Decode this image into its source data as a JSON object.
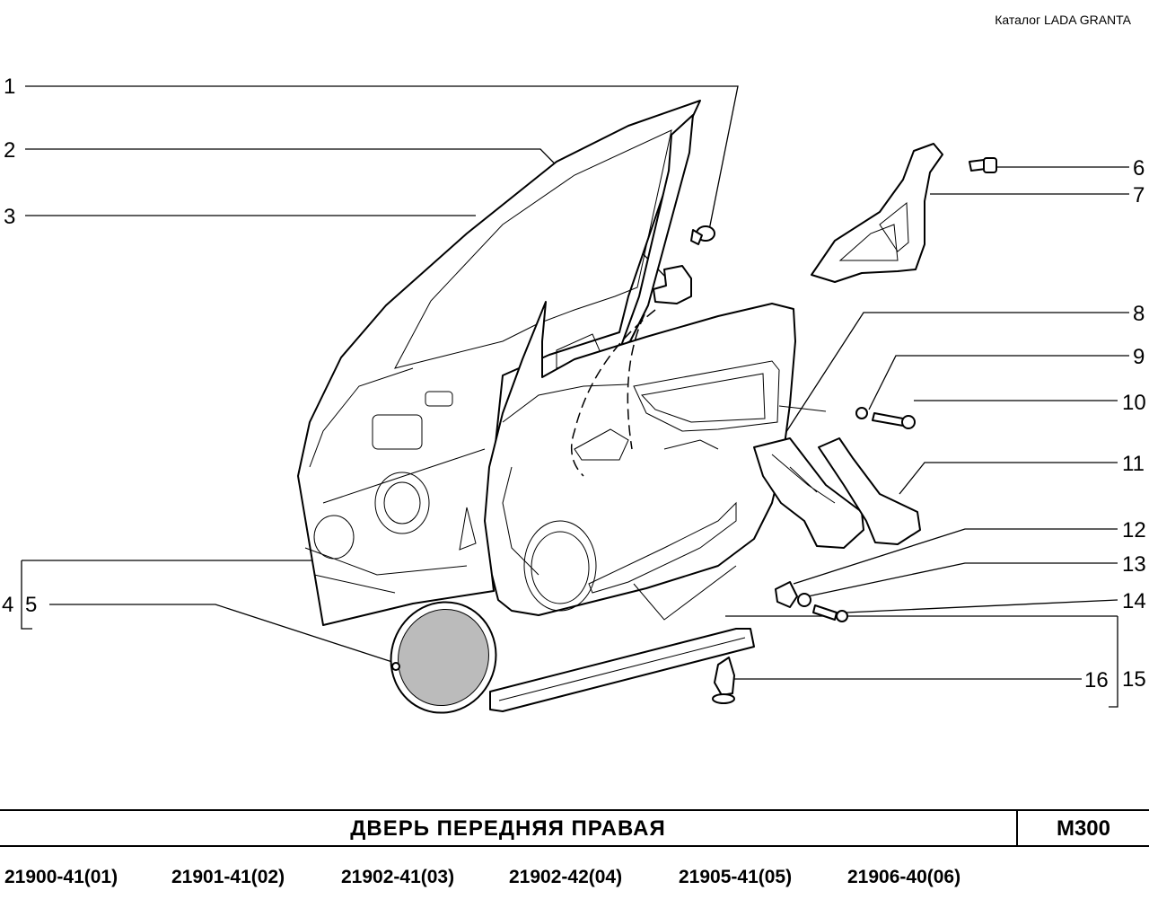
{
  "header": {
    "catalog": "Каталог  LADA  GRANTA"
  },
  "callouts": [
    "1",
    "2",
    "3",
    "4",
    "5",
    "6",
    "7",
    "8",
    "9",
    "10",
    "11",
    "12",
    "13",
    "14",
    "15",
    "16"
  ],
  "footer": {
    "title": "ДВЕРЬ  ПЕРЕДНЯЯ  ПРАВАЯ",
    "code": "M300",
    "models": [
      "21900-41(01)",
      "21901-41(02)",
      "21902-41(03)",
      "21902-42(04)",
      "21905-41(05)",
      "21906-40(06)"
    ]
  }
}
